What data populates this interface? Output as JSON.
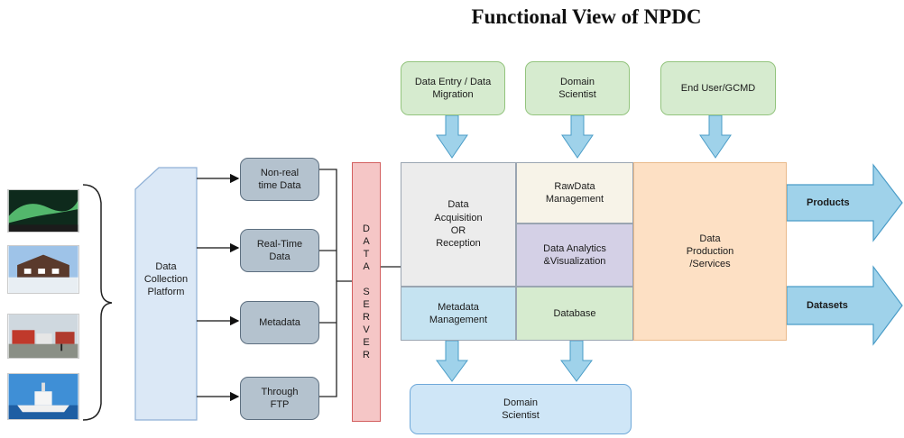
{
  "title": "Functional View of NPDC",
  "inputs": {
    "data_entry": "Data Entry / Data\nMigration",
    "domain_scientist_top": "Domain\nScientist",
    "end_user": "End User/GCMD"
  },
  "platform": "Data\nCollection\nPlatform",
  "feeds": {
    "non_real_time": "Non-real\ntime Data",
    "real_time": "Real-Time\nData",
    "metadata": "Metadata",
    "ftp": "Through\nFTP"
  },
  "data_server": [
    "D",
    "A",
    "T",
    "A",
    "",
    "S",
    "E",
    "R",
    "V",
    "E",
    "R"
  ],
  "modules": {
    "acquisition": "Data\nAcquisition\nOR\nReception",
    "rawdata": "RawData\nManagement",
    "analytics": "Data Analytics\n&Visualization",
    "metadata_mgmt": "Metadata\nManagement",
    "database": "Database",
    "production": "Data\nProduction\n/Services"
  },
  "outputs": {
    "products": "Products",
    "datasets": "Datasets"
  },
  "domain_scientist_bottom": "Domain\nScientist",
  "colors": {
    "green": "#d6ebcf",
    "arrow_blue": "#9fd2ea",
    "data_server": "#f5c6c6",
    "production": "#fde0c4",
    "analytics": "#d4d0e6",
    "metadata_mgmt": "#c5e3f1",
    "rawdata": "#f7f3e8",
    "acquisition": "#ececec",
    "platform": "#dbe8f6"
  }
}
